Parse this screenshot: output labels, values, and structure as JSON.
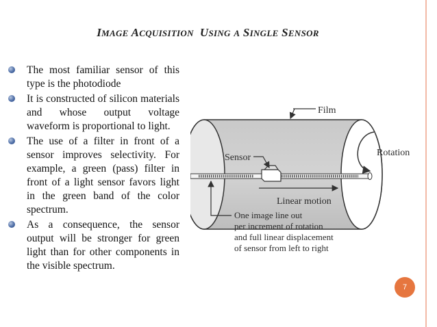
{
  "slide": {
    "title": {
      "word1_cap": "I",
      "word1_rest": "mage",
      "word2_cap": "A",
      "word2_rest": "cquisition",
      "word3_cap": "U",
      "word3_rest": "sing",
      "word4": "a",
      "word5_cap": "S",
      "word5_rest": "ingle",
      "word6_cap": "S",
      "word6_rest": "ensor"
    },
    "bullets": [
      "The most familiar sensor of this type is the photodiode",
      "It is constructed of silicon materials and whose output voltage waveform is proportional to light.",
      "The use of a filter in front of a sensor improves selectivity. For example, a green (pass) filter in front of a light sensor favors light in the green band of the color spectrum.",
      "As a consequence, the sensor output will be stronger for green light than for other components in the visible spectrum."
    ],
    "page_number": "7",
    "accent_color": "#e6763f",
    "border_color": "#f2b9a6"
  },
  "diagram": {
    "film_label": "Film",
    "sensor_label": "Sensor",
    "rotation_label": "Rotation",
    "linear_motion_label": "Linear motion",
    "caption_lines": [
      "One image line out",
      "per increment of rotation",
      "and full linear displacement",
      "of sensor from left to right"
    ]
  }
}
